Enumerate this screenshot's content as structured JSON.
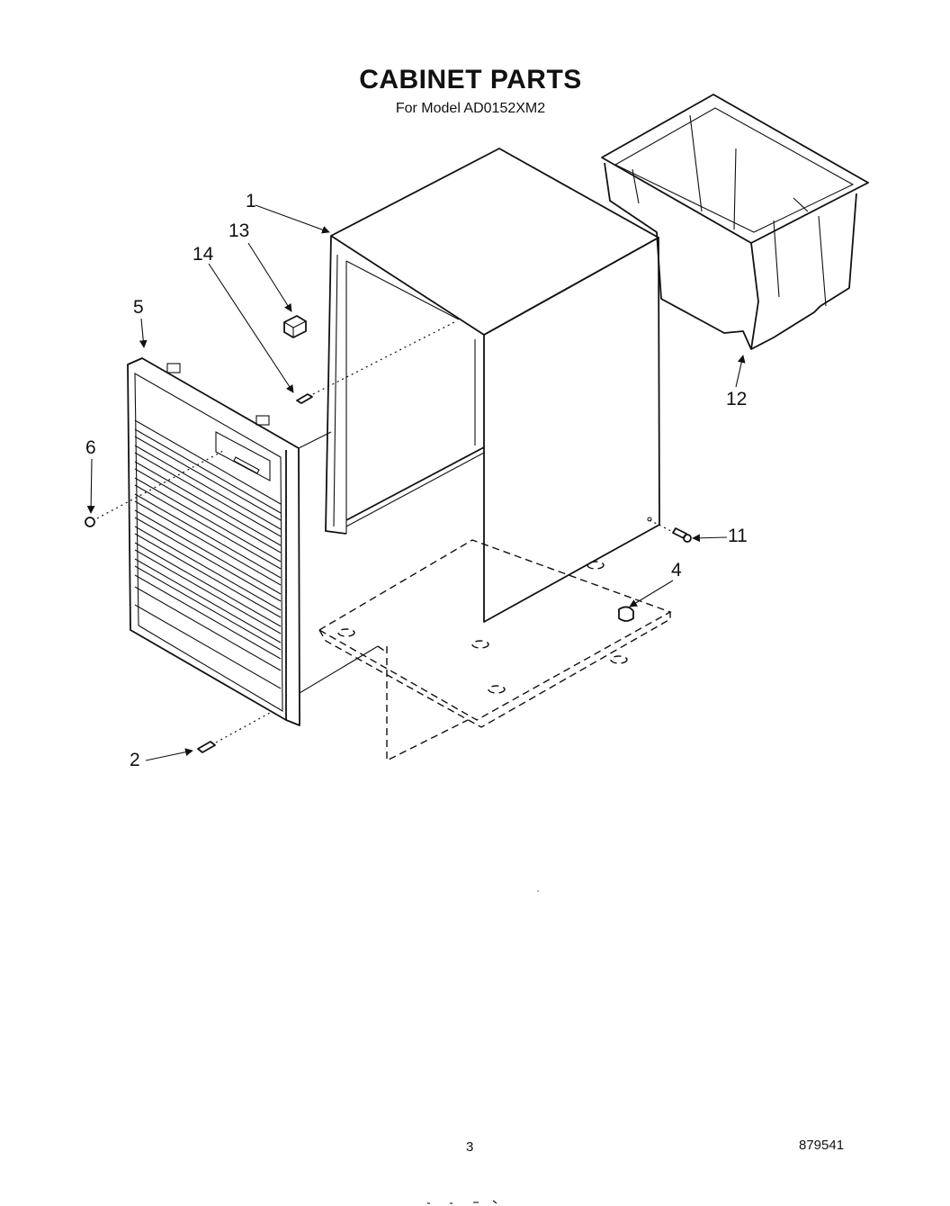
{
  "header": {
    "title": "CABINET PARTS",
    "subtitle": "For Model AD0152XM2"
  },
  "callouts": {
    "c1": "1",
    "c2": "2",
    "c4": "4",
    "c5": "5",
    "c6": "6",
    "c11": "11",
    "c12": "12",
    "c13": "13",
    "c14": "14"
  },
  "footer": {
    "page_number": "3",
    "doc_number": "879541"
  }
}
